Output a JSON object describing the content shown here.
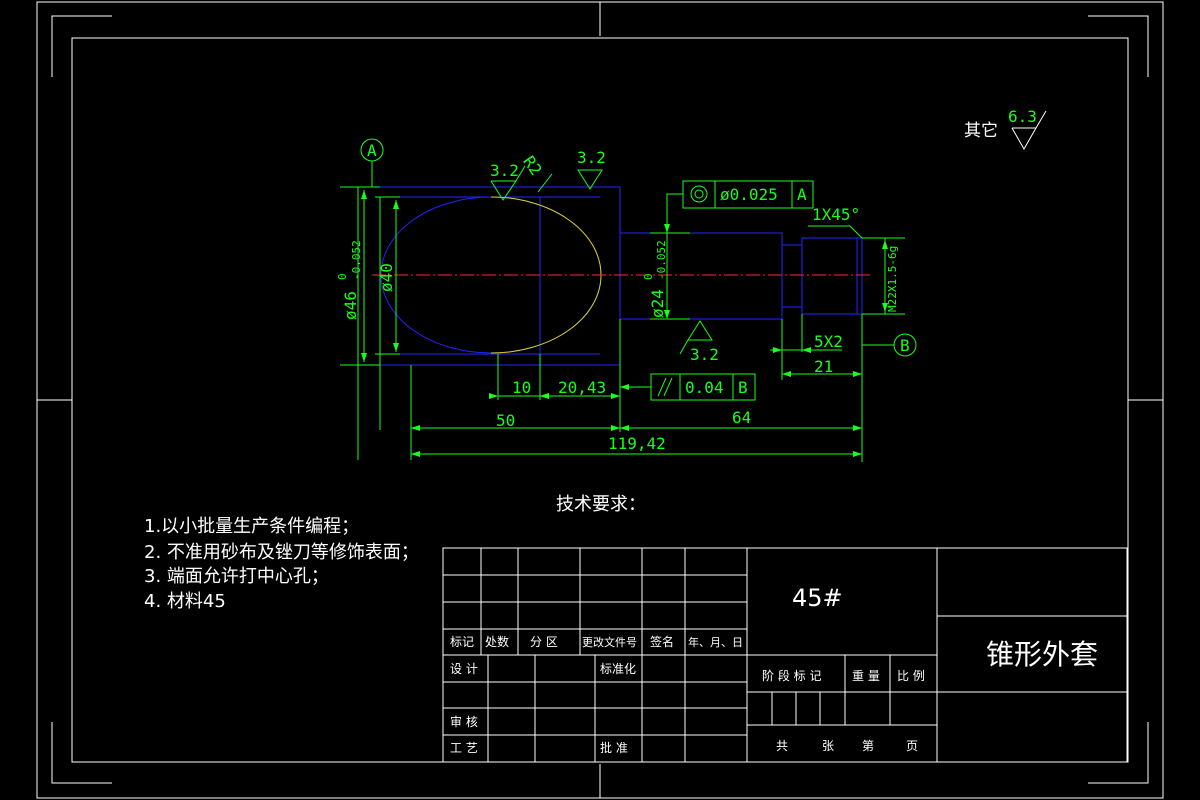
{
  "drawing": {
    "title": "锥形外套",
    "material": "45#",
    "roughness_general_label": "其它",
    "roughness_general": "6.3",
    "tech_req_title": "技术要求：",
    "tech_requirements": [
      "1.以小批量生产条件编程；",
      "2. 不准用砂布及锉刀等修饰表面；",
      "3. 端面允许打中心孔；",
      "4. 材料45"
    ]
  },
  "datums": {
    "a": "A",
    "b": "B"
  },
  "dimensions": {
    "d46": "ø46",
    "d46_up": "0",
    "d46_low": "-0.052",
    "d40": "ø40",
    "d24": "ø24",
    "d24_up": "0",
    "d24_low": "-0.052",
    "r2": "R2",
    "chamfer": "1X45°",
    "thread": "M22X1.5-6g",
    "groove": "5X2",
    "len_21": "21",
    "len_10": "10",
    "len_2043": "20,43",
    "len_50": "50",
    "len_64": "64",
    "len_total": "119,42"
  },
  "roughness": {
    "r1": "3.2",
    "r2": "3.2",
    "r3": "3.2"
  },
  "tolerances": {
    "coax_value": "ø0.025",
    "coax_datum": "A",
    "par_value": "0.04",
    "par_datum": "B"
  },
  "title_block": {
    "headers": [
      "标记",
      "处数",
      "分 区",
      "更改文件号",
      "签名",
      "年、月、日"
    ],
    "design": "设 计",
    "standard": "标准化",
    "review": "审 核",
    "process": "工 艺",
    "approve": "批 准",
    "stage_mark": "阶 段 标 记",
    "weight": "重 量",
    "scale": "比 例",
    "total": "共",
    "sheets": "张",
    "sheet_no": "第",
    "page": "页"
  }
}
